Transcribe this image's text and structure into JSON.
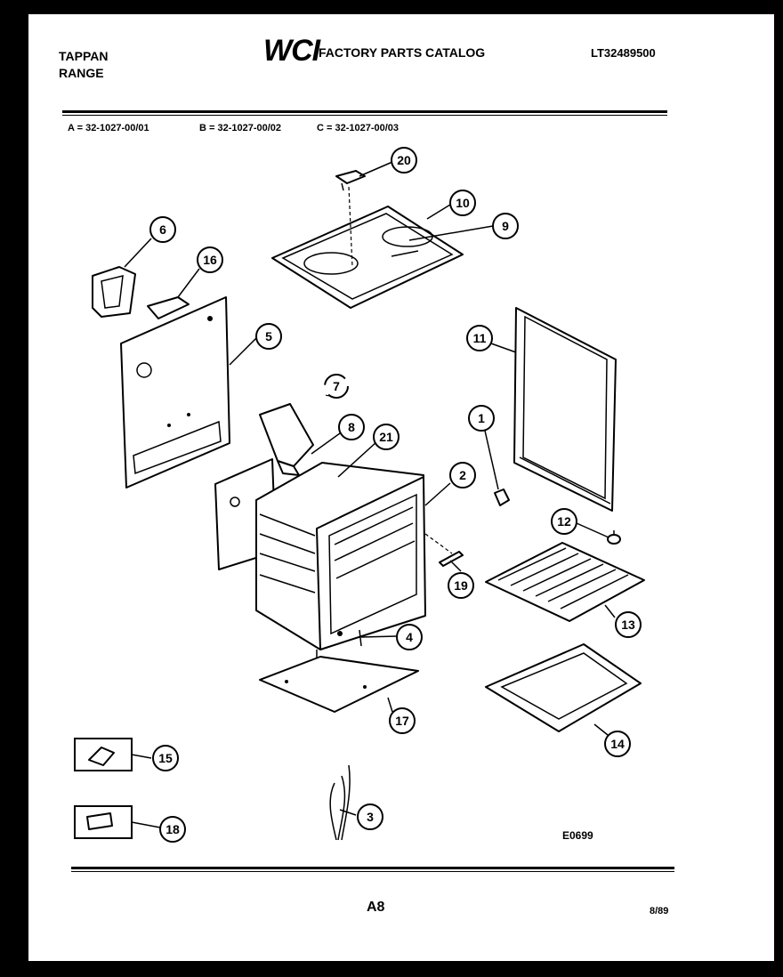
{
  "header": {
    "brand_line1": "TAPPAN",
    "brand_line2": "RANGE",
    "logo_text": "WCI",
    "catalog_title": "FACTORY PARTS CATALOG",
    "catalog_number": "LT32489500"
  },
  "model_legend": {
    "a": "A = 32-1027-00/01",
    "b": "B = 32-1027-00/02",
    "c": "C = 32-1027-00/03"
  },
  "callouts": [
    "20",
    "10",
    "9",
    "6",
    "16",
    "5",
    "11",
    "7",
    "1",
    "8",
    "21",
    "2",
    "12",
    "19",
    "13",
    "4",
    "17",
    "14",
    "15",
    "3",
    "18"
  ],
  "footer": {
    "figure_code": "E0699",
    "page_number": "A8",
    "date": "8/89"
  }
}
